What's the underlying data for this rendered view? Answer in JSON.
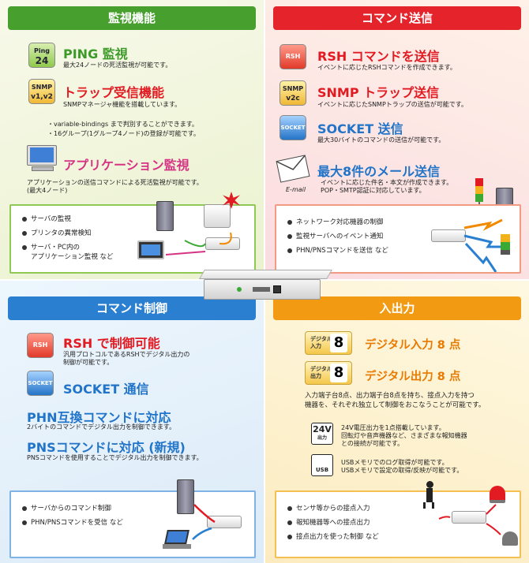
{
  "monitor": {
    "title": "監視機能",
    "ping": {
      "icon_top": "Ping",
      "icon_bottom": "24",
      "title": "PING 監視",
      "desc": "最大24ノードの死活監視が可能です。"
    },
    "trap": {
      "icon_top": "SNMP",
      "icon_bottom": "v1,v2",
      "title": "トラップ受信機能",
      "desc": "SNMPマネージャ機能を搭載しています。",
      "notes": [
        "・variable-bindings まで判別することができます。",
        "・16グループ(1グループ4ノード)の登録が可能です。"
      ]
    },
    "app": {
      "title": "アプリケーション監視",
      "desc": [
        "アプリケーションの送信コマンドによる死活監視が可能です。",
        "(最大4ノード)"
      ]
    },
    "bullets": [
      "サーバの監視",
      "プリンタの異常検知",
      "サーバ・PC内の",
      "アプリケーション監視 など"
    ]
  },
  "command_send": {
    "title": "コマンド送信",
    "rsh": {
      "icon": "RSH",
      "title": "RSH コマンドを送信",
      "desc": "イベントに応じたRSHコマンドを作成できます。"
    },
    "snmp": {
      "icon_top": "SNMP",
      "icon_bottom": "v2c",
      "title": "SNMP トラップ送信",
      "desc": "イベントに応じたSNMPトラップの送信が可能です。"
    },
    "socket": {
      "icon": "SOCKET",
      "title": "SOCKET 送信",
      "desc": "最大30バイトのコマンドの送信が可能です。"
    },
    "mail": {
      "icon_label": "E-mail",
      "title": "最大8件のメール送信",
      "desc": [
        "イベントに応じた件名・本文が作成できます。",
        "POP・SMTP認証に対応しています。"
      ]
    },
    "bullets": [
      "ネットワーク対応機器の制御",
      "監視サーバへのイベント通知",
      "PHN/PNSコマンドを送信 など"
    ]
  },
  "command_control": {
    "title": "コマンド制御",
    "rsh": {
      "icon": "RSH",
      "title": "RSH で制御可能",
      "desc": [
        "汎用プロトコルであるRSHでデジタル出力の",
        "制御が可能です。"
      ]
    },
    "socket": {
      "icon": "SOCKET",
      "title": "SOCKET 通信"
    },
    "phn": {
      "title": "PHN互換コマンドに対応",
      "desc": "2バイトのコマンドでデジタル出力を制御できます。"
    },
    "pns": {
      "title": "PNSコマンドに対応 (新規)",
      "desc": "PNSコマンドを使用することでデジタル出力を制御できます。"
    },
    "bullets": [
      "サーバからのコマンド制御",
      "PHN/PNSコマンドを受信 など"
    ]
  },
  "io": {
    "title": "入出力",
    "din": {
      "label": [
        "デジタル",
        "入力"
      ],
      "count": "8",
      "title": "デジタル入力 8 点"
    },
    "dout": {
      "label": [
        "デジタル",
        "出力"
      ],
      "count": "8",
      "title": "デジタル出力 8 点"
    },
    "desc": [
      "入力端子台8点、出力端子台8点を持ち、接点入力を持つ",
      "機器を、それぞれ独立して制御をおこなうことが可能です。"
    ],
    "v24": {
      "big": "24V",
      "small": "出力",
      "desc": [
        "24V電圧出力を1点搭載しています。",
        "回転灯や音声機器など、さまざまな報知機器",
        "との接続が可能です。"
      ]
    },
    "usb": {
      "label": "USB",
      "desc": [
        "USBメモリでのログ取得が可能です。",
        "USBメモリで設定の取得/反映が可能です。"
      ]
    },
    "bullets": [
      "センサ等からの接点入力",
      "報知機器等への接点出力",
      "接点出力を使った制御 など"
    ]
  },
  "colors": {
    "green": "#47a02e",
    "red": "#e5232a",
    "blue": "#2a7fd1",
    "orange": "#f19a12"
  }
}
